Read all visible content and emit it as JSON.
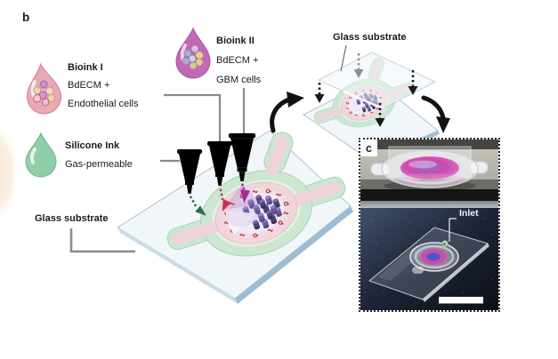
{
  "figure": {
    "panel_b": "b",
    "panel_c": "c",
    "labels": {
      "bioink1_title": "Bioink I",
      "bioink1_line1": "BdECM +",
      "bioink1_line2": "Endothelial cells",
      "bioink2_title": "Bioink II",
      "bioink2_line1": "BdECM +",
      "bioink2_line2": "GBM cells",
      "silicone_title": "Silicone Ink",
      "silicone_line1": "Gas-permeable",
      "glass_substrate_left": "Glass substrate",
      "glass_substrate_top": "Glass substrate",
      "inlet": "Inlet"
    },
    "colors": {
      "bioink1_pink": "#e9a9b3",
      "bioink2_purple": "#c367b8",
      "silicone_green": "#8fcea6",
      "glass_blue": "#dbe7ee",
      "gbm_cell_purple": "#6b5b9e",
      "endothelial_red": "#c23a34",
      "gel_magenta": "#c94fb2",
      "connector_gray": "#8a8a8a"
    }
  }
}
